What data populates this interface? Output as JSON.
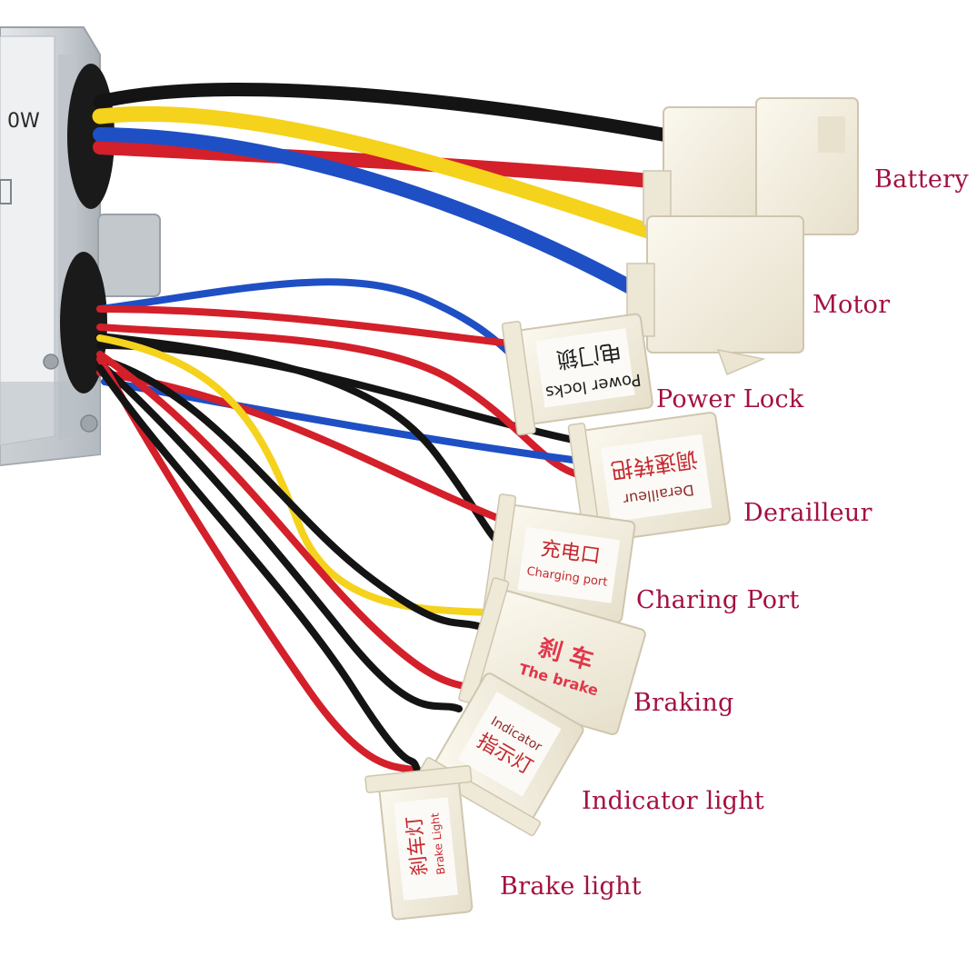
{
  "colors": {
    "label": "#a3113f",
    "wire_black": "#141414",
    "wire_red": "#d3202a",
    "wire_yellow": "#f5d21c",
    "wire_blue": "#1f4fc4",
    "plastic": "#f3eee0",
    "tag_text": "#c4282e",
    "housing": "#cfd4d8"
  },
  "controller": {
    "partial_marking": "0W"
  },
  "connectors": [
    {
      "id": "battery",
      "label": "Battery"
    },
    {
      "id": "motor",
      "label": "Motor"
    },
    {
      "id": "power-lock",
      "label": "Power Lock",
      "tag_cn": "电门锁",
      "tag_en": "Power locks"
    },
    {
      "id": "derailleur",
      "label": "Derailleur",
      "tag_cn": "调速转把",
      "tag_en": "Derailleur"
    },
    {
      "id": "charging-port",
      "label": "Charing Port",
      "tag_cn": "充电口",
      "tag_en": "Charging port"
    },
    {
      "id": "braking",
      "label": "Braking",
      "tag_cn": "刹 车",
      "tag_en": "The brake"
    },
    {
      "id": "indicator-light",
      "label": "Indicator light",
      "tag_cn": "指示灯",
      "tag_en": "Indicator"
    },
    {
      "id": "brake-light",
      "label": "Brake light",
      "tag_cn": "刹车灯",
      "tag_en": "Brake Light"
    }
  ]
}
